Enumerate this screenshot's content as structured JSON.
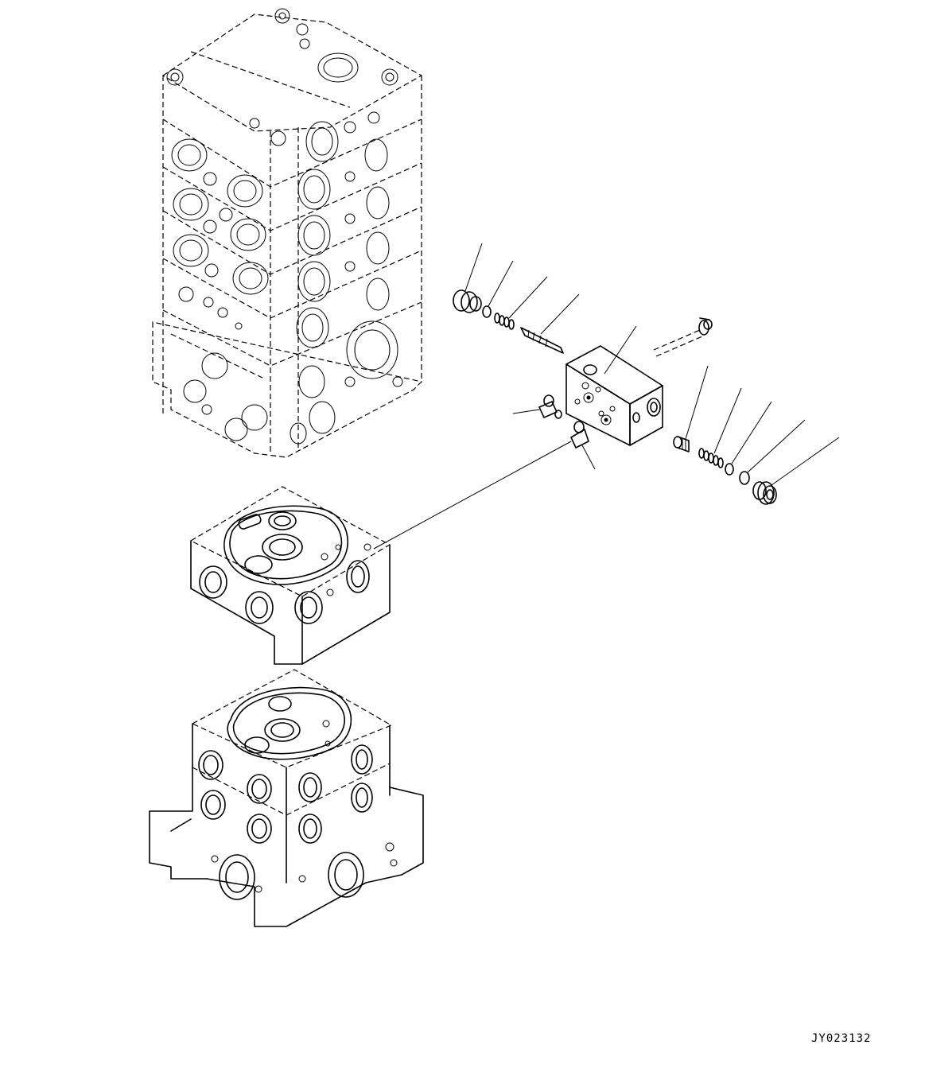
{
  "drawing": {
    "code": "JY023132"
  },
  "parts": [
    {
      "id": "plug-upper",
      "icon": "plug-icon"
    },
    {
      "id": "o-ring-upper",
      "icon": "o-ring-icon"
    },
    {
      "id": "spring-upper",
      "icon": "spring-icon"
    },
    {
      "id": "spool-upper",
      "icon": "spool-icon"
    },
    {
      "id": "valve-block",
      "icon": "valve-block-icon"
    },
    {
      "id": "bolt",
      "icon": "bolt-icon"
    },
    {
      "id": "seal-left",
      "icon": "seal-icon"
    },
    {
      "id": "seal-lower",
      "icon": "seal-icon"
    },
    {
      "id": "spool-lower",
      "icon": "spool-icon"
    },
    {
      "id": "spring-lower",
      "icon": "spring-icon"
    },
    {
      "id": "o-ring-lower-1",
      "icon": "o-ring-icon"
    },
    {
      "id": "o-ring-lower-2",
      "icon": "o-ring-icon"
    },
    {
      "id": "plug-lower",
      "icon": "plug-icon"
    }
  ],
  "assemblies": [
    {
      "id": "control-valve-assembly",
      "icon": "valve-stack-icon"
    },
    {
      "id": "mounting-face",
      "icon": "valve-section-icon"
    },
    {
      "id": "base-section",
      "icon": "valve-section-icon"
    }
  ]
}
